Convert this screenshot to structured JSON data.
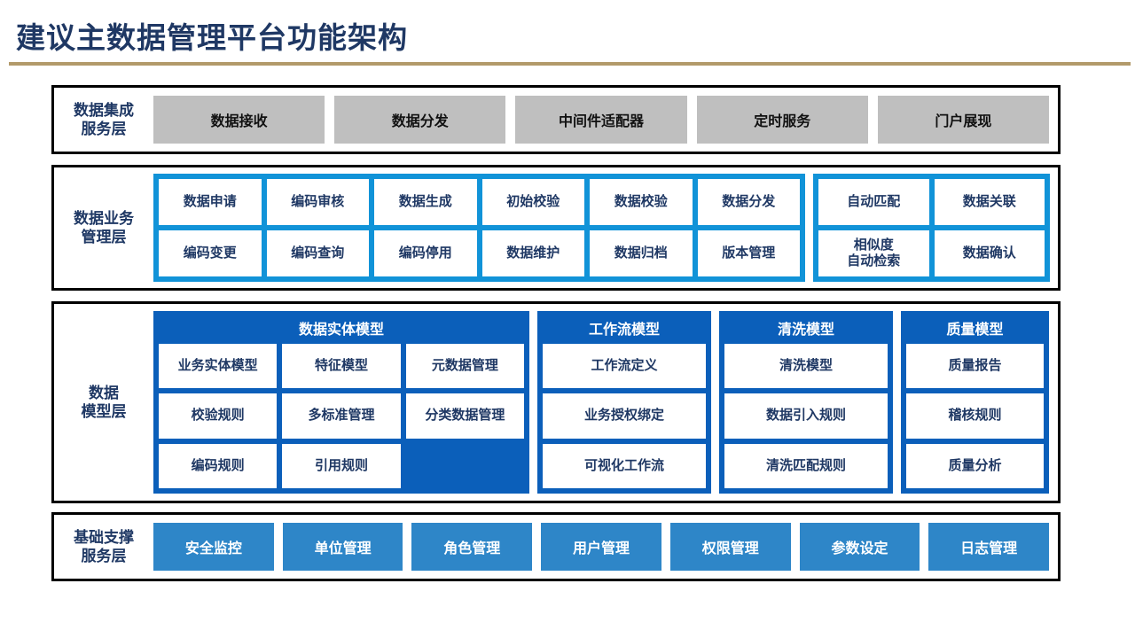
{
  "slide": {
    "title": "建议主数据管理平台功能架构",
    "colors": {
      "title_navy": "#1f3864",
      "rule_gold": "#b29a6a",
      "gray_box": "#bfbfbf",
      "azure": "#1193d8",
      "model_blue": "#0b5fba",
      "foundation_blue": "#2e86c8",
      "cell_text": "#1f3864"
    }
  },
  "layers": {
    "integration": {
      "label": "数据集成\n服务层",
      "boxes": [
        "数据接收",
        "数据分发",
        "中间件适配器",
        "定时服务",
        "门户展现"
      ]
    },
    "business": {
      "label": "数据业务\n管理层",
      "main_group": [
        "数据申请",
        "编码审核",
        "数据生成",
        "初始校验",
        "数据校验",
        "数据分发",
        "编码变更",
        "编码查询",
        "编码停用",
        "数据维护",
        "数据归档",
        "版本管理"
      ],
      "side_group": [
        "自动匹配",
        "数据关联",
        "相似度\n自动检索",
        "数据确认"
      ]
    },
    "model": {
      "label": "数据\n模型层",
      "groups": [
        {
          "title": "数据实体模型",
          "columns": 3,
          "items": [
            "业务实体模型",
            "特征模型",
            "元数据管理",
            "校验规则",
            "多标准管理",
            "分类数据管理",
            "编码规则",
            "引用规则",
            ""
          ]
        },
        {
          "title": "工作流模型",
          "columns": 1,
          "items": [
            "工作流定义",
            "业务授权绑定",
            "可视化工作流"
          ]
        },
        {
          "title": "清洗模型",
          "columns": 1,
          "items": [
            "清洗模型",
            "数据引入规则",
            "清洗匹配规则"
          ]
        },
        {
          "title": "质量模型",
          "columns": 1,
          "items": [
            "质量报告",
            "稽核规则",
            "质量分析"
          ]
        }
      ]
    },
    "foundation": {
      "label": "基础支撑\n服务层",
      "boxes": [
        "安全监控",
        "单位管理",
        "角色管理",
        "用户管理",
        "权限管理",
        "参数设定",
        "日志管理"
      ]
    }
  }
}
